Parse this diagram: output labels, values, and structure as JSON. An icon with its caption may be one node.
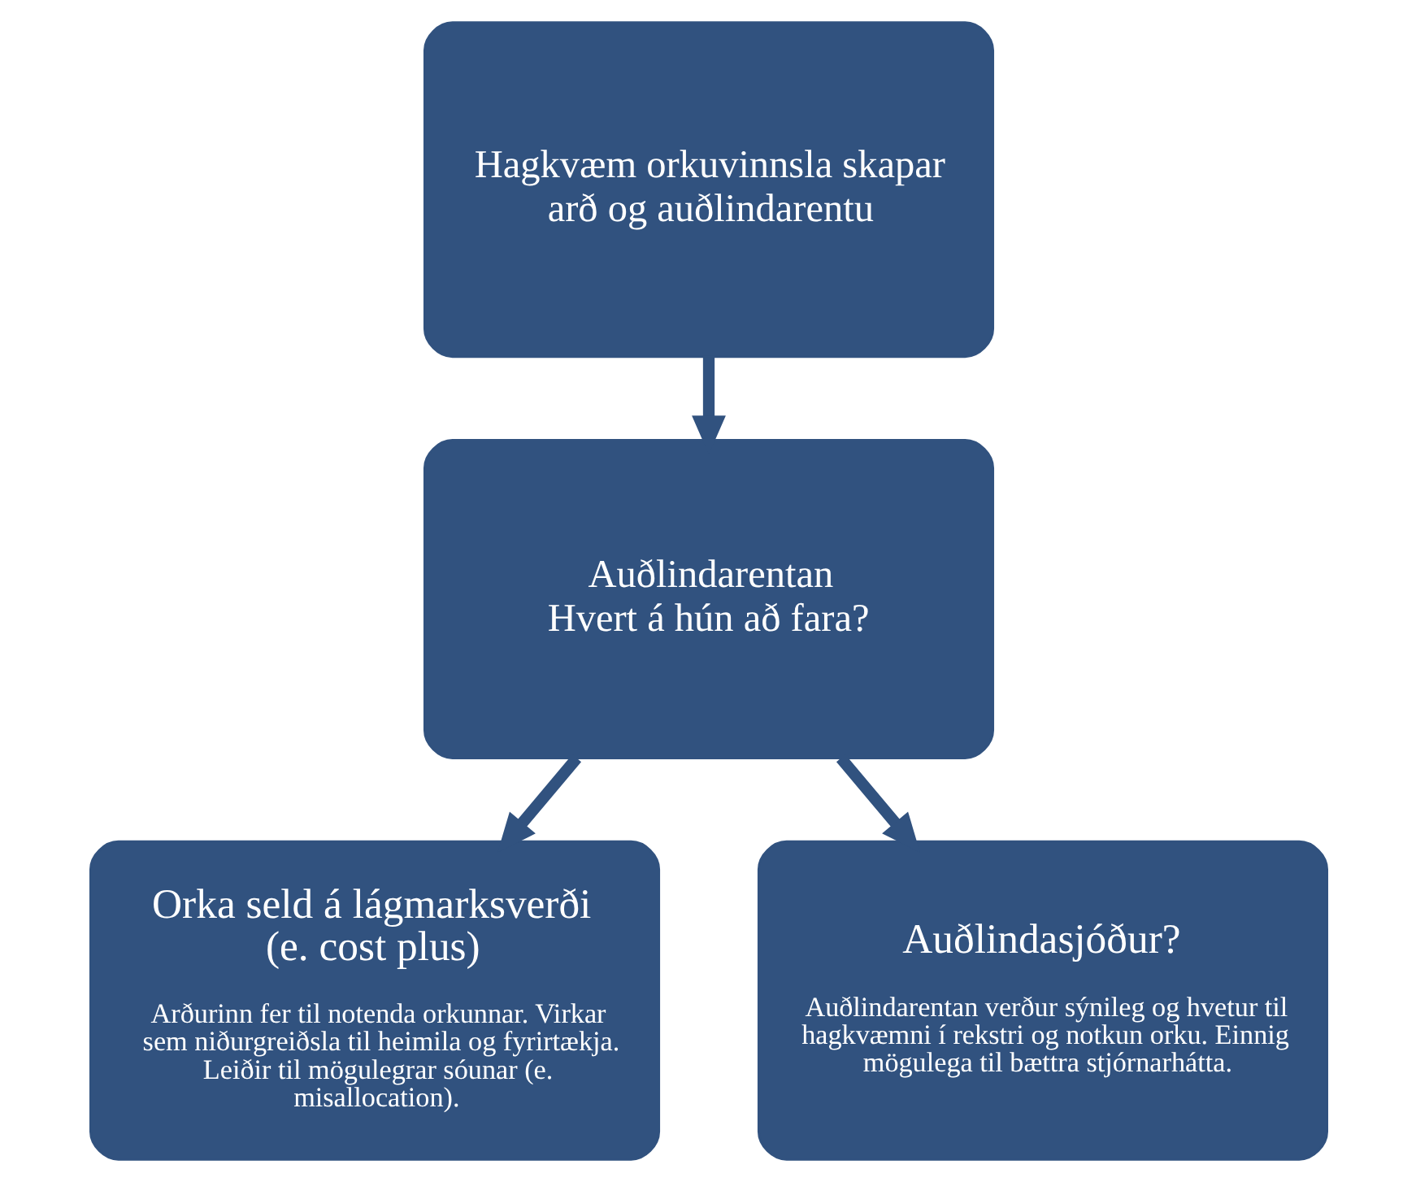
{
  "diagram": {
    "nodes": [
      {
        "text": [
          "Hagkvæm orkuvinnsla skapar arð og auðlindarentu"
        ]
      },
      {
        "text": [
          "Auðlindarentan",
          "Hvert á hún að fara?"
        ]
      },
      {
        "text": [
          "Orka seld á lágmarksverði (e. cost plus)",
          "Arðurinn fer til notenda orkunnar. Virkar sem niðurgreiðsla til heimila og fyrirtækja. Leiðir til mögulegrar sóunar (e. misallocation)."
        ]
      },
      {
        "text": [
          "Auðlindasjóður?",
          "Auðlindarentan verður sýnileg og hvetur til hagkvæmni í rekstri og notkun orku. Einnig mögulega til bættra stjórnarhátta."
        ]
      }
    ],
    "edges": [
      {
        "from": 0,
        "to": 1,
        "arrow": "to"
      },
      {
        "from": 1,
        "to": 2,
        "arrow": "to"
      },
      {
        "from": 1,
        "to": 3,
        "arrow": "to"
      }
    ]
  }
}
